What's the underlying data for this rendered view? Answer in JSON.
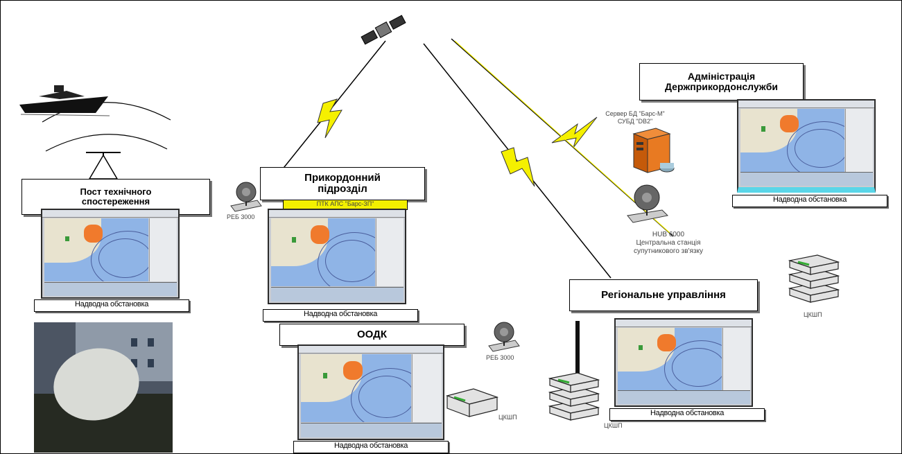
{
  "labels": {
    "post": "Пост технічного спостереження",
    "border_unit": "Прикордонний підрозділ",
    "admin": "Адміністрація Держприкордонслужби",
    "regional": "Регіональне управління",
    "oodk": "ООДК"
  },
  "captions": {
    "situation": "Надводна обстановка"
  },
  "small_text": {
    "yellow_bar": "ПТК АПС \"Барс-ЗП\"",
    "terminal_1": "РЕБ 3000",
    "terminal_2": "РЕБ 3000",
    "server": "Сервер БД \"Барс-М\" СУБД \"DB2\"",
    "hub_line1": "HUB 6000",
    "hub_line2": "Центральна станція",
    "hub_line3": "супутникового зв'язку",
    "router_1": "ЦКШП",
    "router_2": "ЦКШП",
    "router_3": "ЦКШП"
  },
  "colors": {
    "link_yellow": "#f5f000",
    "orange": "#f07a2c",
    "server_orange": "#d8680c",
    "sea_blue": "#8fb4e6"
  },
  "icons": [
    "ship-icon",
    "satellite-icon",
    "antenna-icon",
    "terminal-dish-icon",
    "server-icon",
    "router-icon",
    "tower-icon",
    "dish-photo"
  ]
}
